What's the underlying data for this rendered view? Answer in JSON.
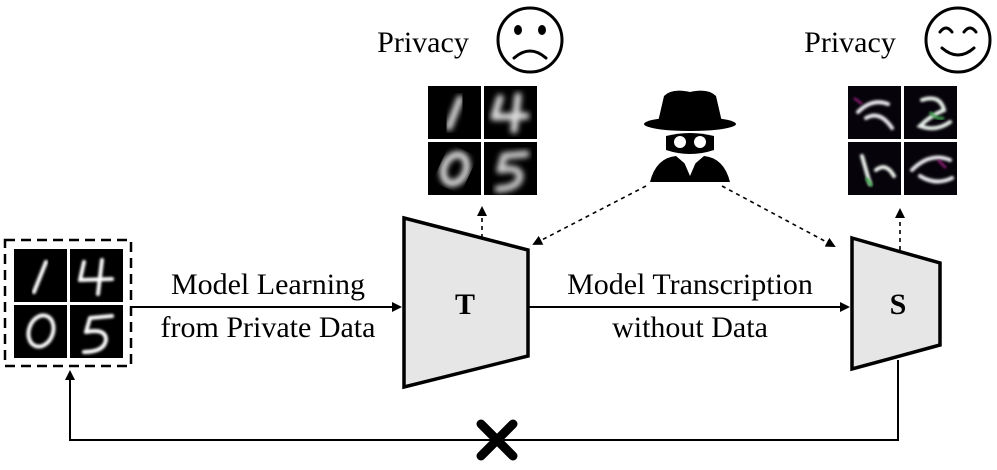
{
  "privacy_left": {
    "label": "Privacy",
    "face": "sad-face-icon"
  },
  "privacy_right": {
    "label": "Privacy",
    "face": "happy-face-icon"
  },
  "edges": {
    "learning": {
      "line1": "Model Learning",
      "line2": "from Private Data"
    },
    "transcription": {
      "line1": "Model Transcription",
      "line2": "without Data"
    }
  },
  "nodes": {
    "teacher": {
      "label": "T"
    },
    "student": {
      "label": "S"
    }
  },
  "samples": {
    "private_digits": [
      "1",
      "4",
      "0",
      "5"
    ],
    "teacher_reconstructions": [
      "1",
      "4",
      "0",
      "5"
    ],
    "student_reconstructions": [
      "noise",
      "noise",
      "noise",
      "noise"
    ]
  },
  "icons": {
    "attacker": "spy-hacker-icon",
    "blocked": "cross-mark-icon"
  },
  "colors": {
    "network_fill": "#e6e6e6",
    "stroke": "#000000"
  }
}
